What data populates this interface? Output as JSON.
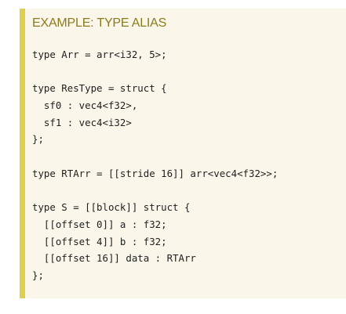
{
  "example": {
    "title": "EXAMPLE: TYPE ALIAS",
    "code_lines": [
      "type Arr = arr<i32, 5>;",
      "",
      "type ResType = struct {",
      "  sf0 : vec4<f32>,",
      "  sf1 : vec4<i32>",
      "};",
      "",
      "type RTArr = [[stride 16]] arr<vec4<f32>>;",
      "",
      "type S = [[block]] struct {",
      "  [[offset 0]] a : f32;",
      "  [[offset 4]] b : f32;",
      "  [[offset 16]] data : RTArr",
      "};"
    ]
  },
  "colors": {
    "box_background": "#faf7ea",
    "accent_border": "#e0ce50",
    "title_text": "#8b7a1c",
    "code_text": "#1e1e1e"
  }
}
